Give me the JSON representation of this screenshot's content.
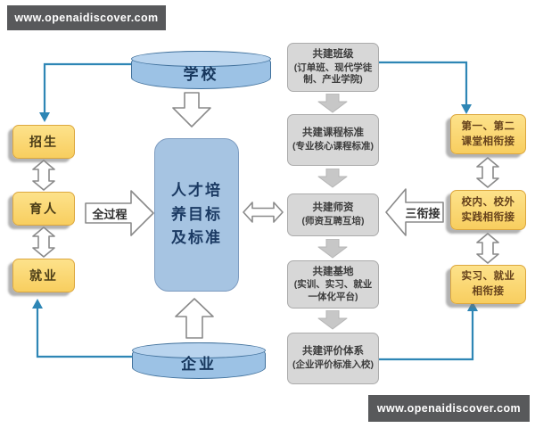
{
  "watermark_top": {
    "text": "www.openaidiscover.com"
  },
  "watermark_bottom": {
    "text": "www.openaidiscover.com"
  },
  "colors": {
    "connector_blue": "#2e86b5",
    "cylinder_blue": "#9cc2e5",
    "cylinder_border": "#41719c",
    "center_box_blue": "#a6c4e2",
    "yellow_box": "#fad873",
    "yellow_border": "#dca73e",
    "gray_box": "#d7d7d7",
    "banner_gray": "#58595b"
  },
  "diagram": {
    "school_cylinder": "学校",
    "enterprise_cylinder": "企业",
    "center": {
      "lines": [
        "人才培",
        "养目标",
        "及标准"
      ],
      "full": "人才培养目标及标准"
    },
    "left_chain": [
      "招生",
      "育人",
      "就业"
    ],
    "process_arrow_label": "全过程",
    "three_link_arrow_label": "三衔接",
    "co_build": [
      {
        "title": "共建班级",
        "sub": "(订单班、现代学徒制、产业学院)"
      },
      {
        "title": "共建课程标准",
        "sub": "(专业核心课程标准)"
      },
      {
        "title": "共建师资",
        "sub": "(师资互聘互培)"
      },
      {
        "title": "共建基地",
        "sub": "(实训、实习、就业一体化平台)"
      },
      {
        "title": "共建评价体系",
        "sub": "(企业评价标准入校)"
      }
    ],
    "right_chain": [
      {
        "lines": [
          "第一、第二",
          "课堂相衔接"
        ]
      },
      {
        "lines": [
          "校内、校外",
          "实践相衔接"
        ]
      },
      {
        "lines": [
          "实习、就业",
          "相衔接"
        ]
      }
    ]
  }
}
